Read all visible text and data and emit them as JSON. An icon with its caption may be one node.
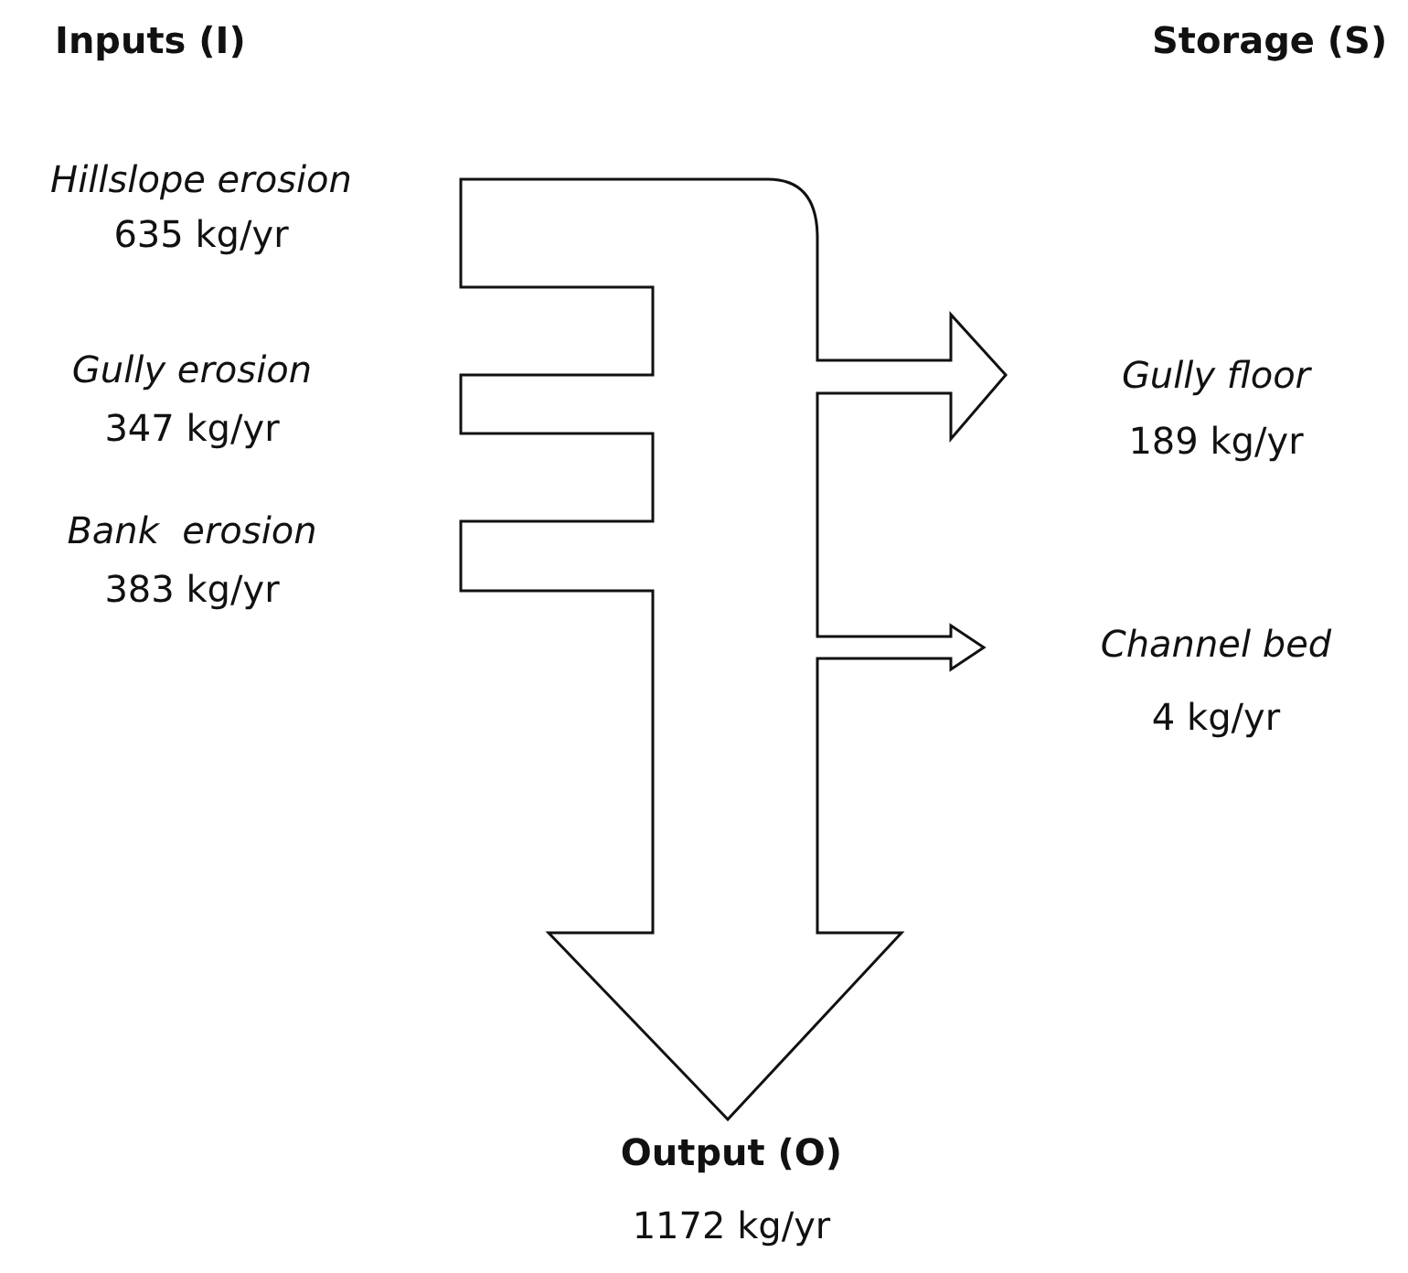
{
  "diagram": {
    "nodes": [
      {
        "text": [
          "Hillslope erosion",
          "635 kg/yr"
        ]
      },
      {
        "text": [
          "Gully erosion",
          "347 kg/yr"
        ]
      },
      {
        "text": [
          "Bank  erosion",
          "383 kg/yr"
        ]
      },
      {
        "text": [
          "Gully floor",
          "189 kg/yr"
        ]
      },
      {
        "text": [
          "Channel bed",
          "4 kg/yr"
        ]
      },
      {
        "text": [
          "Output (O)",
          "1172 kg/yr"
        ]
      }
    ],
    "labels": [
      "Inputs (I)",
      "Storage (S)"
    ]
  }
}
